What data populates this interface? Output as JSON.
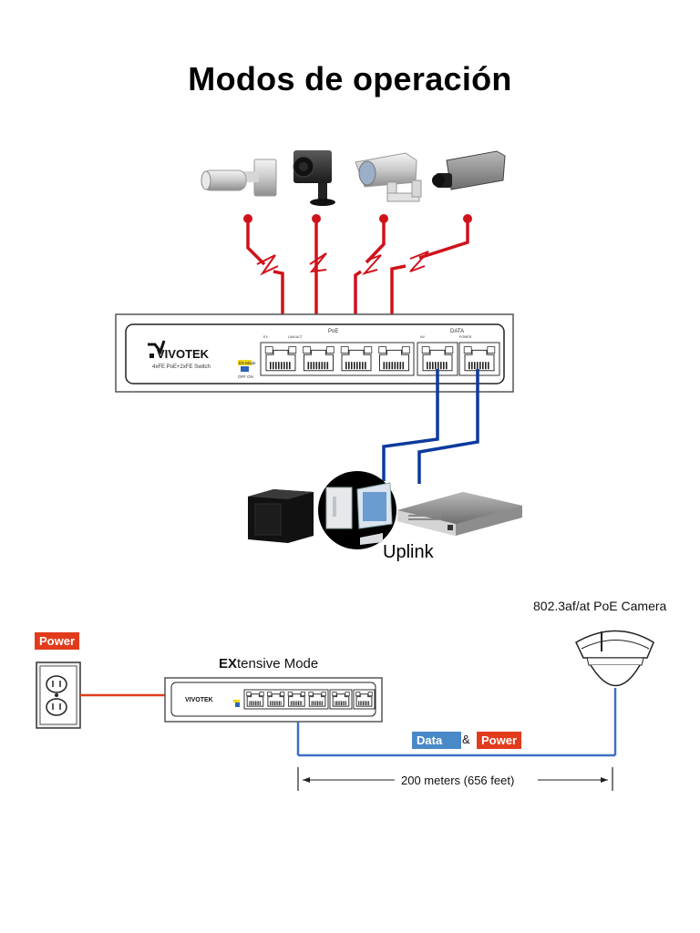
{
  "title": "Modos de operación",
  "top_diagram": {
    "cameras": [
      {
        "name": "bullet-camera-1"
      },
      {
        "name": "box-camera-on-stand"
      },
      {
        "name": "outdoor-bullet-camera"
      },
      {
        "name": "box-camera-2"
      }
    ],
    "switch": {
      "brand": "VIVOTEK",
      "model": "4xFE PoE+2xFE Switch",
      "ex_mode_label": "EX Mode",
      "ex_mode_off": "OFF",
      "ex_mode_on": "ON",
      "poe_group_label": "PoE",
      "data_group_label": "DATA",
      "port_label_1": "EX",
      "port_label_2": "LINK/ACT",
      "port_label_5": "NV",
      "port_label_6": "POWER"
    },
    "uplink_label": "Uplink",
    "colors": {
      "poe_cable": "#d0121b",
      "data_cable": "#0d3a9c"
    }
  },
  "bottom_diagram": {
    "power_badge": "Power",
    "extensive_mode_bold": "EX",
    "extensive_mode_rest": "tensive Mode",
    "camera_label": "802.3af/at PoE Camera",
    "data_badge": "Data",
    "amp": "&",
    "power_badge_2": "Power",
    "distance_label": "200 meters (656 feet)",
    "colors": {
      "power_line": "#e23b1c",
      "data_line": "#3e6fc7",
      "data_badge": "#4a89c8",
      "power_badge": "#e23b1c"
    }
  }
}
